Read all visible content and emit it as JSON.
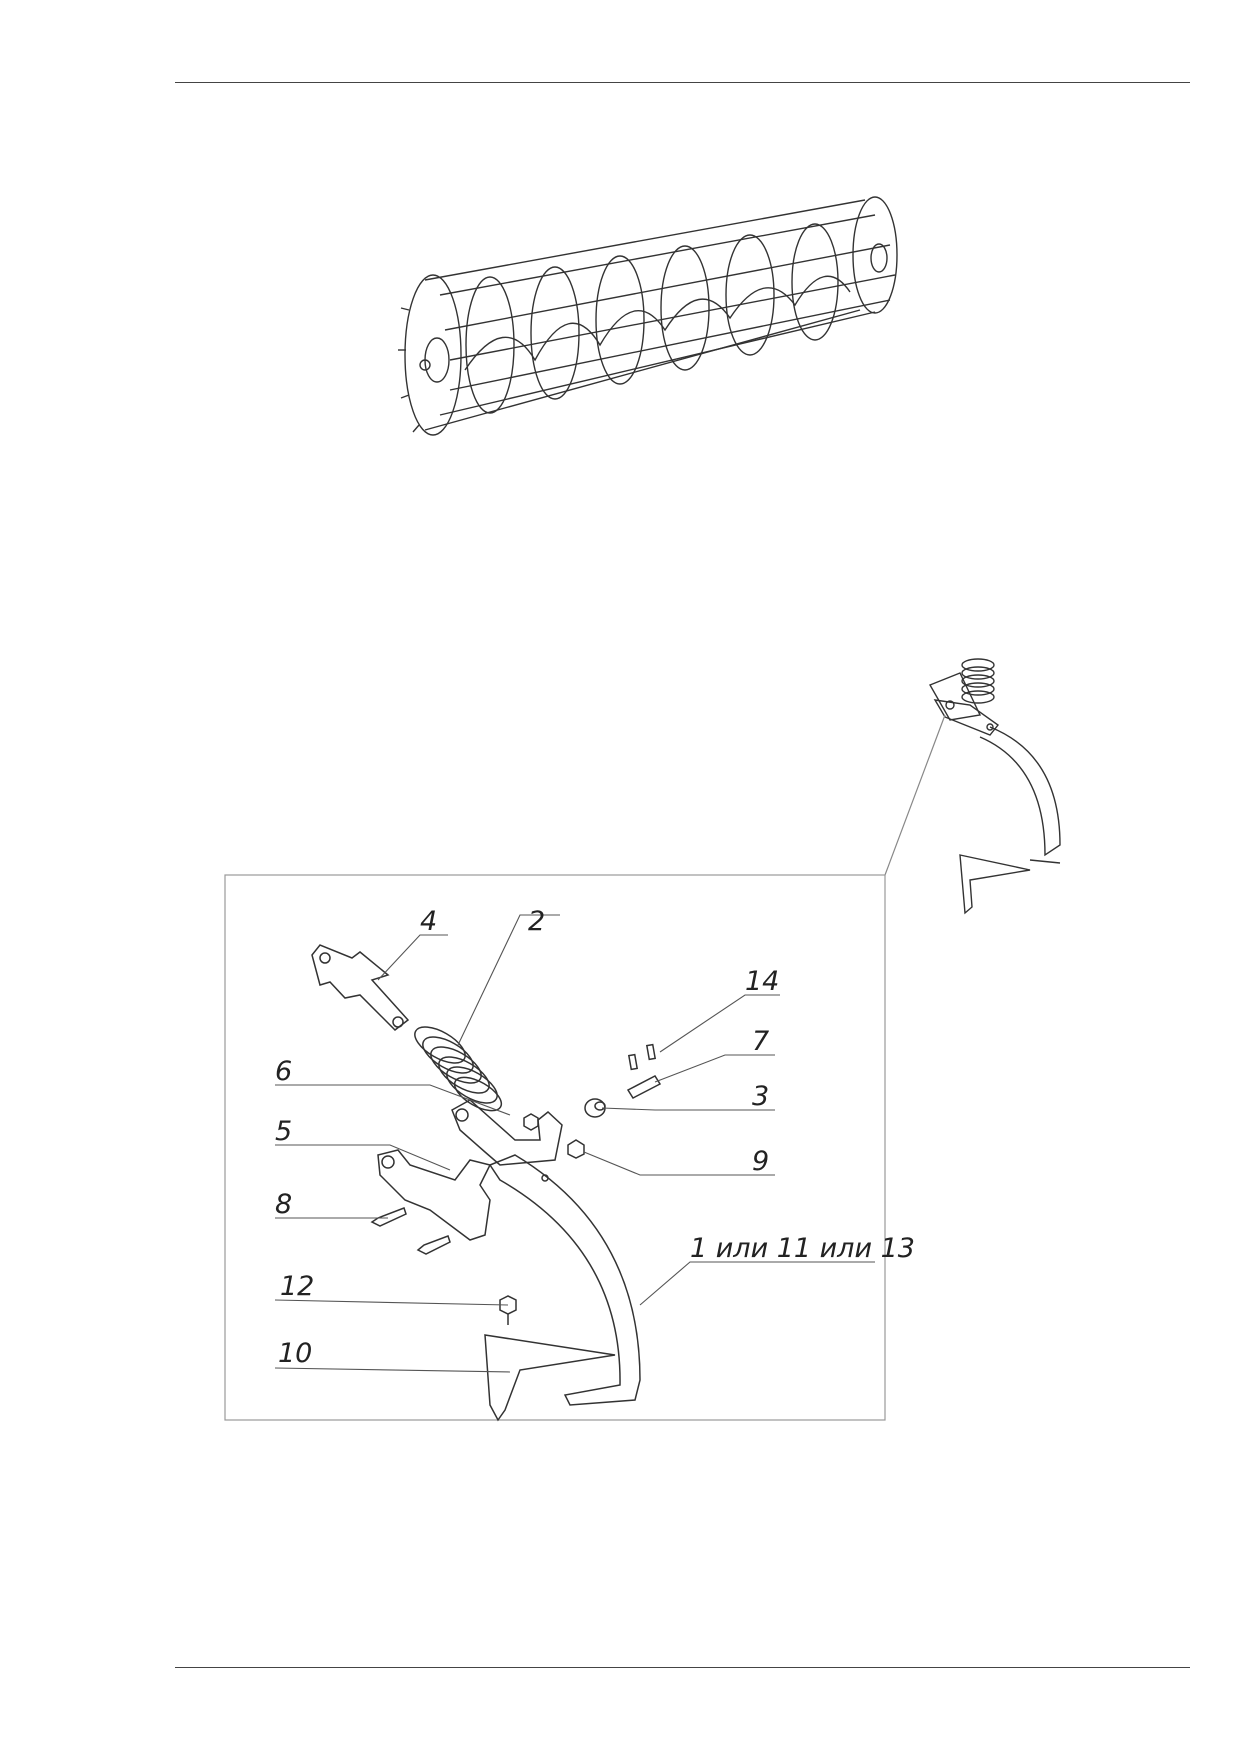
{
  "callouts": {
    "c4": "4",
    "c2": "2",
    "c14": "14",
    "c7": "7",
    "c6": "6",
    "c3": "3",
    "c5": "5",
    "c9": "9",
    "c8": "8",
    "c1": "1 или 11 или 13",
    "c12": "12",
    "c10": "10"
  }
}
